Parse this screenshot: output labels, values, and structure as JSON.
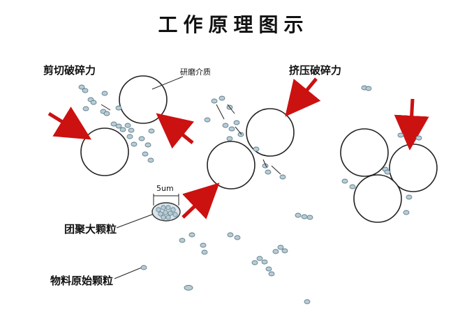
{
  "diagram": {
    "title": "工作原理图示",
    "labels": {
      "shear": "剪切破碎力",
      "media": "研磨介质",
      "squeeze": "挤压破碎力",
      "size": "5um",
      "agglomerate": "团聚大颗粒",
      "raw_particle": "物料原始颗粒"
    },
    "colors": {
      "arrow": "#cc1111",
      "particle_fill": "#b9ccd6",
      "particle_stroke": "#5f7f8d",
      "media_stroke": "#222222"
    }
  }
}
